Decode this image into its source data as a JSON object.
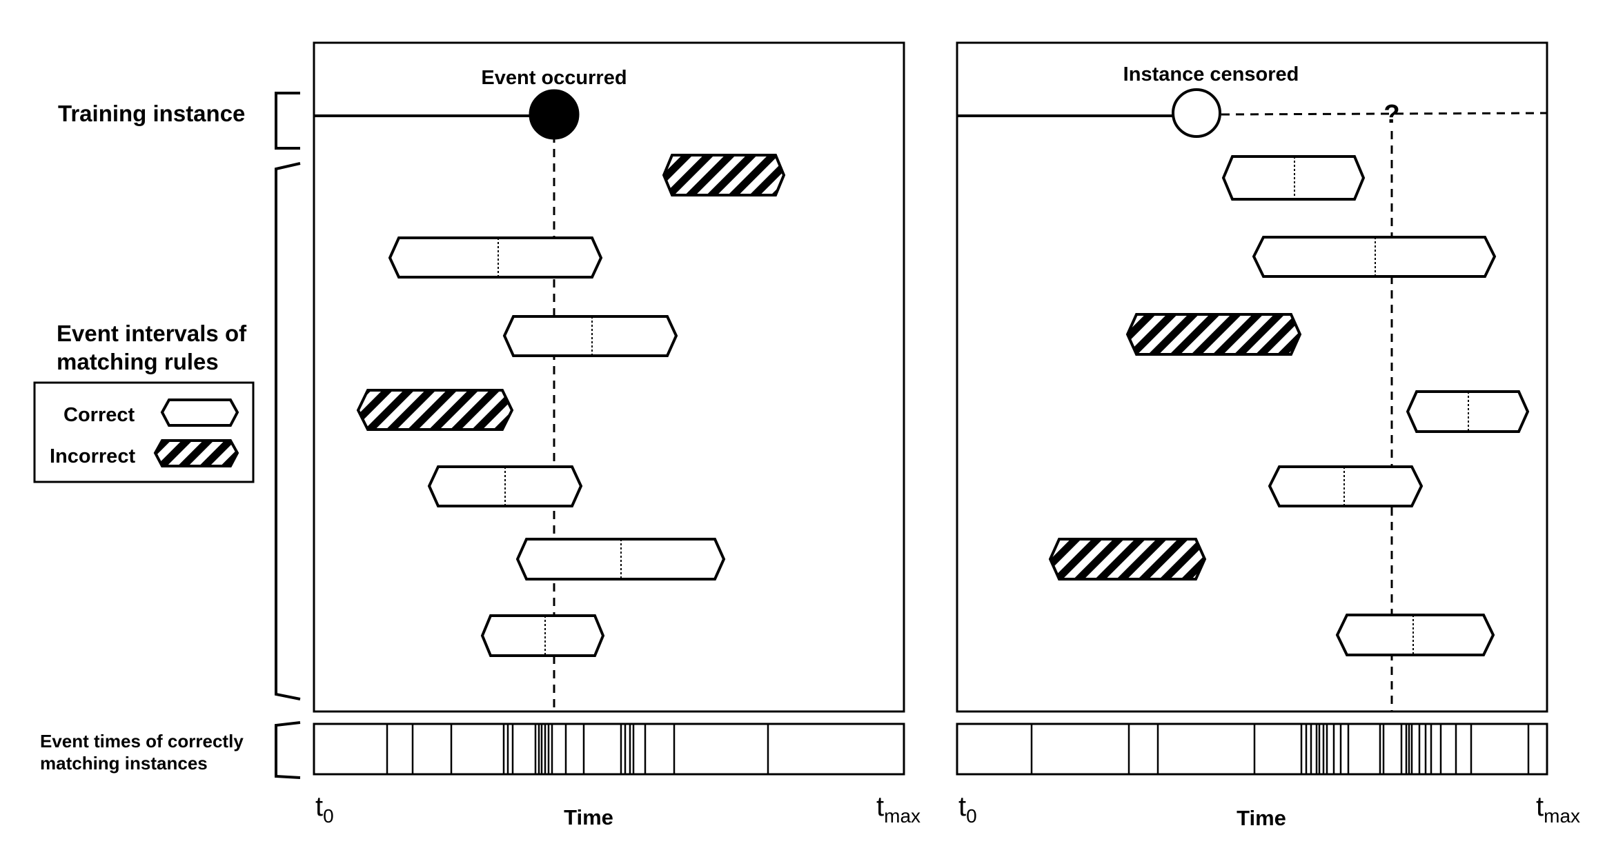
{
  "labels": {
    "training_instance": "Training instance",
    "event_intervals_line1": "Event intervals of",
    "event_intervals_line2": "matching rules",
    "event_times_line1": "Event times of correctly",
    "event_times_line2": "matching instances",
    "time": "Time",
    "t0": "t",
    "t0_sub": "0",
    "tmax": "t",
    "tmax_sub": "max"
  },
  "legend": {
    "correct": "Correct",
    "incorrect": "Incorrect"
  },
  "panels": [
    {
      "id": "left",
      "status_label": "Event occurred",
      "marker": "filled-circle",
      "question_mark": ""
    },
    {
      "id": "right",
      "status_label": "Instance censored",
      "marker": "open-circle",
      "question_mark": "?"
    }
  ],
  "colors": {
    "stroke": "#000000",
    "background": "#ffffff"
  }
}
